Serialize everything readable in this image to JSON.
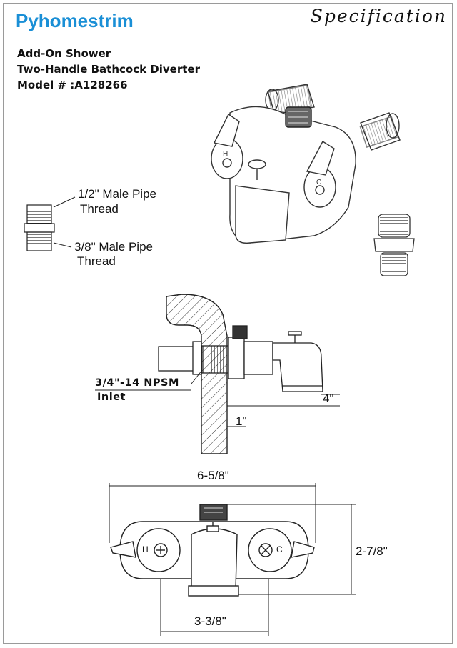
{
  "header": {
    "brand": "Pyhomestrim",
    "title": "Specification"
  },
  "product": {
    "line1": "Add-On Shower",
    "line2": "Two-Handle Bathcock Diverter",
    "model": "Model # :A128266"
  },
  "fitting_labels": {
    "top_line1": "1/2\" Male Pipe",
    "top_line2": "Thread",
    "bottom_line1": "3/8\" Male Pipe",
    "bottom_line2": "Thread"
  },
  "side_view": {
    "inlet_line1": "3/4\"-14 NPSM",
    "inlet_line2": "Inlet",
    "dim_spout": "4\"",
    "dim_wall": "1\""
  },
  "front_view": {
    "width": "6-5/8\"",
    "height": "2-7/8\"",
    "centers": "3-3/8\"",
    "hot_mark": "H",
    "cold_mark": "C"
  },
  "colors": {
    "brand": "#1a8fd6",
    "line": "#222222"
  }
}
